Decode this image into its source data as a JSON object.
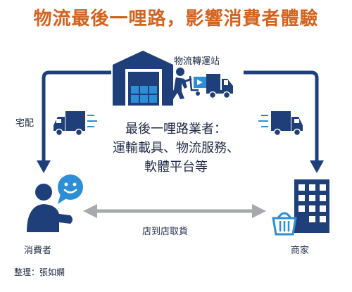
{
  "title": "物流最後一哩路，影響消費者體驗",
  "nodes": {
    "station": "物流轉運站",
    "consumer": "消費者",
    "merchant": "商家"
  },
  "edges": {
    "delivery": "宅配",
    "pickup": "店到店取貨"
  },
  "center_lines": [
    "最後一哩路業者：",
    "運輸載具、物流服務、",
    "軟體平台等"
  ],
  "credit": "整理：張如嫻",
  "colors": {
    "title": "#d4621f",
    "navy": "#1e3f7a",
    "accent_blue": "#2c8fd6",
    "gray_arrow": "#a7a9ac"
  },
  "icons": [
    "warehouse-icon",
    "worker-cart-icon",
    "truck-icon",
    "person-icon",
    "chat-smile-icon",
    "building-icon",
    "basket-icon"
  ]
}
